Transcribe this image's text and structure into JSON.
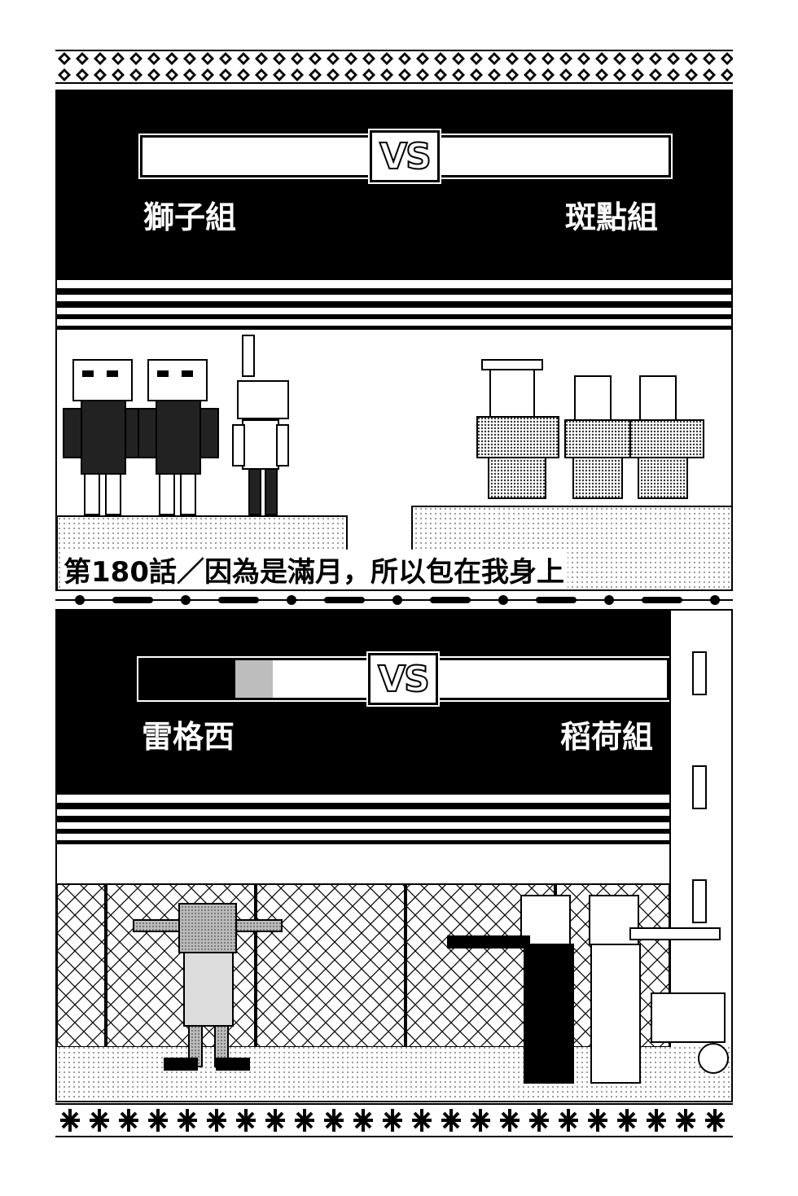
{
  "top_panel": {
    "vs_label": "VS",
    "left_team": "獅子組",
    "right_team": "斑點組"
  },
  "chapter_title": "第180話／因為是滿月，所以包在我身上",
  "bottom_panel": {
    "vs_label": "VS",
    "left_team": "雷格西",
    "right_team": "稻荷組",
    "left_health": 0.25
  },
  "colors": {
    "ink": "#000000",
    "paper": "#ffffff",
    "screentone": "#bdbdbd"
  }
}
